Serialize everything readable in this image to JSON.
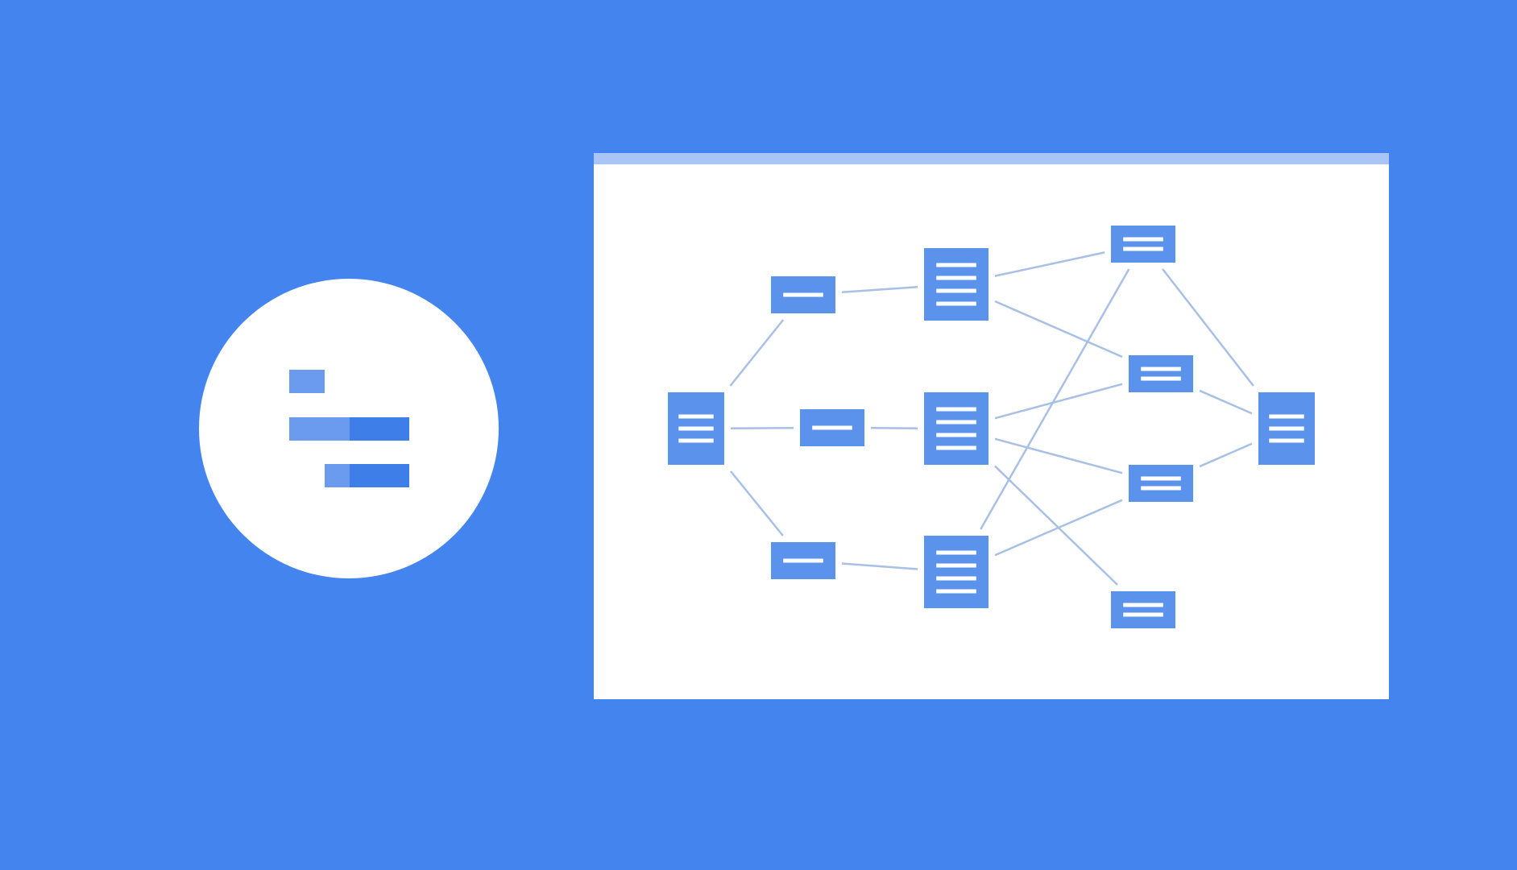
{
  "colors": {
    "background": "#4384ef",
    "panel": "#ffffff",
    "panel_topbar": "#a9c5f7",
    "node_fill": "#5b93ec",
    "node_line": "#ffffff",
    "edge": "#a8bfe6",
    "logo_light": "#6a9bee",
    "logo_dark": "#3d7ee8"
  },
  "logo": {
    "icon": "task-hierarchy-icon"
  },
  "graph": {
    "nodes": [
      {
        "id": "n1",
        "kind": "list",
        "lines": 3
      },
      {
        "id": "n2",
        "kind": "list",
        "lines": 1
      },
      {
        "id": "n3",
        "kind": "list",
        "lines": 1
      },
      {
        "id": "n4",
        "kind": "list",
        "lines": 1
      },
      {
        "id": "n5",
        "kind": "list",
        "lines": 4
      },
      {
        "id": "n6",
        "kind": "list",
        "lines": 4
      },
      {
        "id": "n7",
        "kind": "list",
        "lines": 4
      },
      {
        "id": "n8",
        "kind": "list",
        "lines": 2
      },
      {
        "id": "n9",
        "kind": "list",
        "lines": 2
      },
      {
        "id": "n10",
        "kind": "list",
        "lines": 2
      },
      {
        "id": "n11",
        "kind": "list",
        "lines": 2
      },
      {
        "id": "n12",
        "kind": "list",
        "lines": 3
      }
    ],
    "edges": [
      [
        "n1",
        "n2"
      ],
      [
        "n1",
        "n3"
      ],
      [
        "n1",
        "n4"
      ],
      [
        "n2",
        "n5"
      ],
      [
        "n3",
        "n6"
      ],
      [
        "n4",
        "n7"
      ],
      [
        "n5",
        "n8"
      ],
      [
        "n5",
        "n10"
      ],
      [
        "n6",
        "n8"
      ],
      [
        "n6",
        "n9"
      ],
      [
        "n6",
        "n11"
      ],
      [
        "n7",
        "n9"
      ],
      [
        "n7",
        "n10"
      ],
      [
        "n8",
        "n12"
      ],
      [
        "n9",
        "n12"
      ],
      [
        "n10",
        "n12"
      ]
    ]
  }
}
